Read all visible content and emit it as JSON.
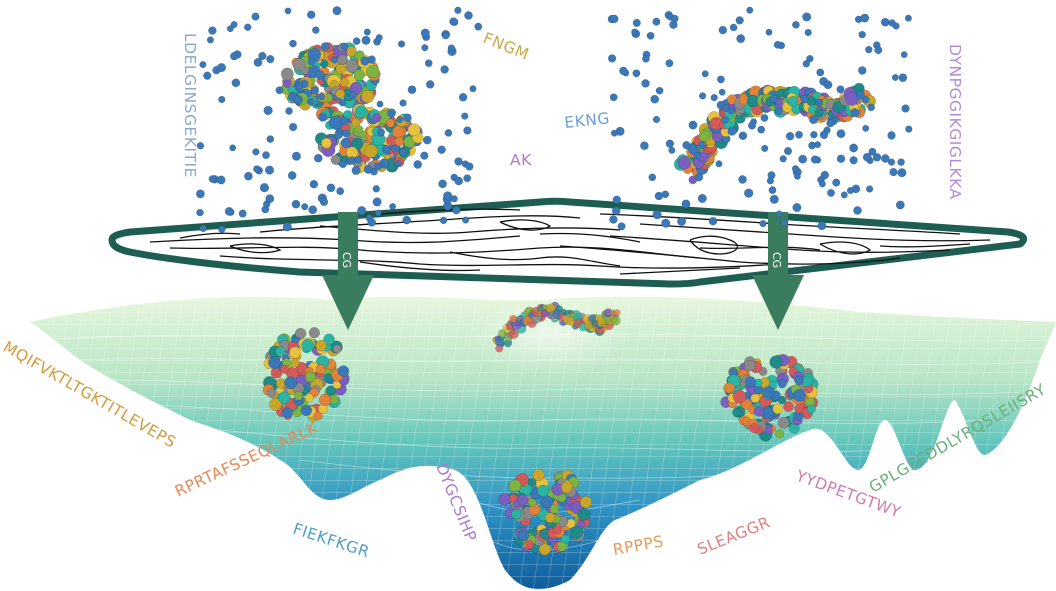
{
  "sequences": {
    "top_left_vertical": "LDELGINSGEKITIE",
    "top_center_a": "FNGM",
    "top_center_b": "EKNG",
    "top_center_c": "AK",
    "top_right_vertical": "DYNPGGIKGIGLKKA",
    "bottom_1": "MQIFVKTLTGKTITLEVEPS",
    "bottom_2": "RPRTAFSSEQLARLK",
    "bottom_3": "FIEKFKGR",
    "bottom_4": "DYGCSIHP",
    "bottom_5": "RPPPS",
    "bottom_6": "SLEAGGR",
    "bottom_7": "YYDPETGTWY",
    "bottom_8": "GPLGSEDDLYRQSLEIISRY"
  },
  "arrow_labels": {
    "left": "CG",
    "right": "CG"
  },
  "colors": {
    "frame": "#1e5e52",
    "arrow": "#3a7d5e",
    "solvent": "#3b78b8",
    "surface_top": "#d6f0cf",
    "surface_mid": "#5cc4b8",
    "surface_deep": "#1a6fb3"
  }
}
